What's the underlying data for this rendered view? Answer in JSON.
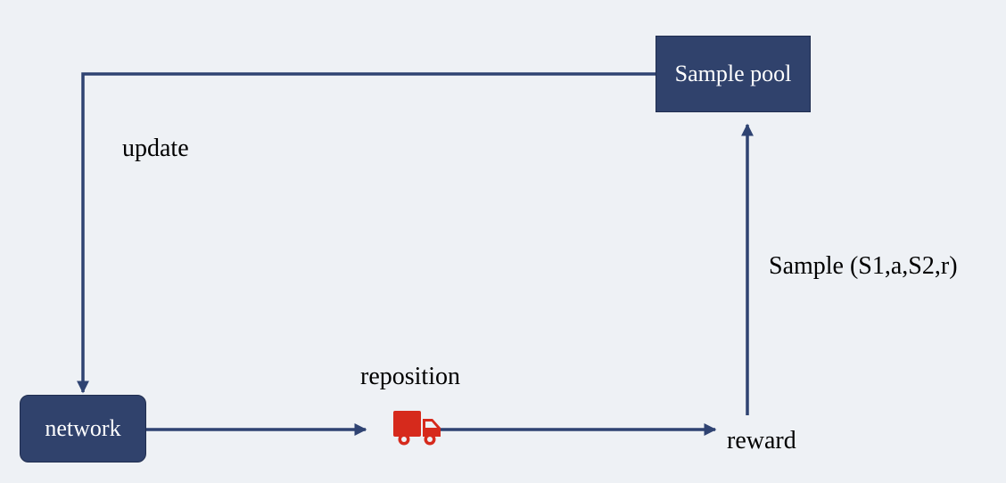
{
  "nodes": {
    "sample_pool": "Sample pool",
    "network": "network"
  },
  "labels": {
    "update": "update",
    "reposition": "reposition",
    "sample": "Sample (S1,a,S2,r)",
    "reward": "reward"
  },
  "icons": {
    "truck": "truck-icon"
  },
  "colors": {
    "background": "#eef1f5",
    "node_fill": "#30426c",
    "arrow": "#2f4372",
    "truck": "#d62a1c"
  }
}
